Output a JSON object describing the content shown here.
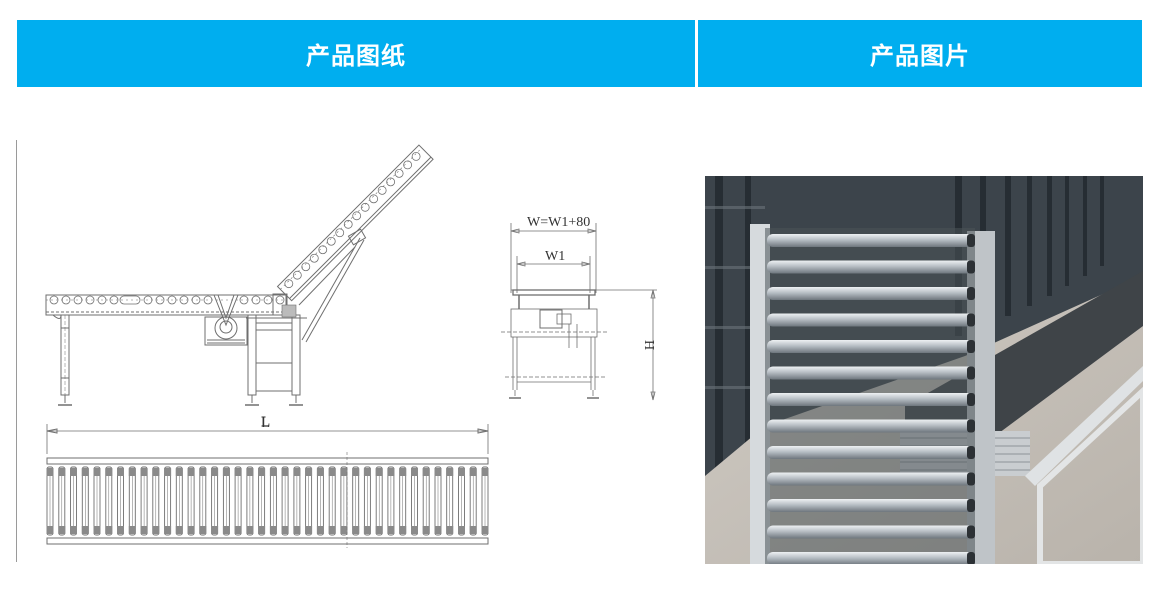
{
  "headers": {
    "drawing_title": "产品图纸",
    "photo_title": "产品图片"
  },
  "colors": {
    "header_bg": "#00aeef",
    "header_text": "#ffffff",
    "drawing_line": "#6f6f6f"
  },
  "drawing": {
    "side_view": {
      "label_length": "L"
    },
    "end_view": {
      "label_total_width": "W=W1+80",
      "label_inner_width": "W1",
      "label_height": "H"
    },
    "plan_view": {
      "label_length": "L",
      "roller_count": 38
    }
  },
  "photo": {
    "subject": "gravity roller conveyor with raised flip-up section in warehouse"
  }
}
